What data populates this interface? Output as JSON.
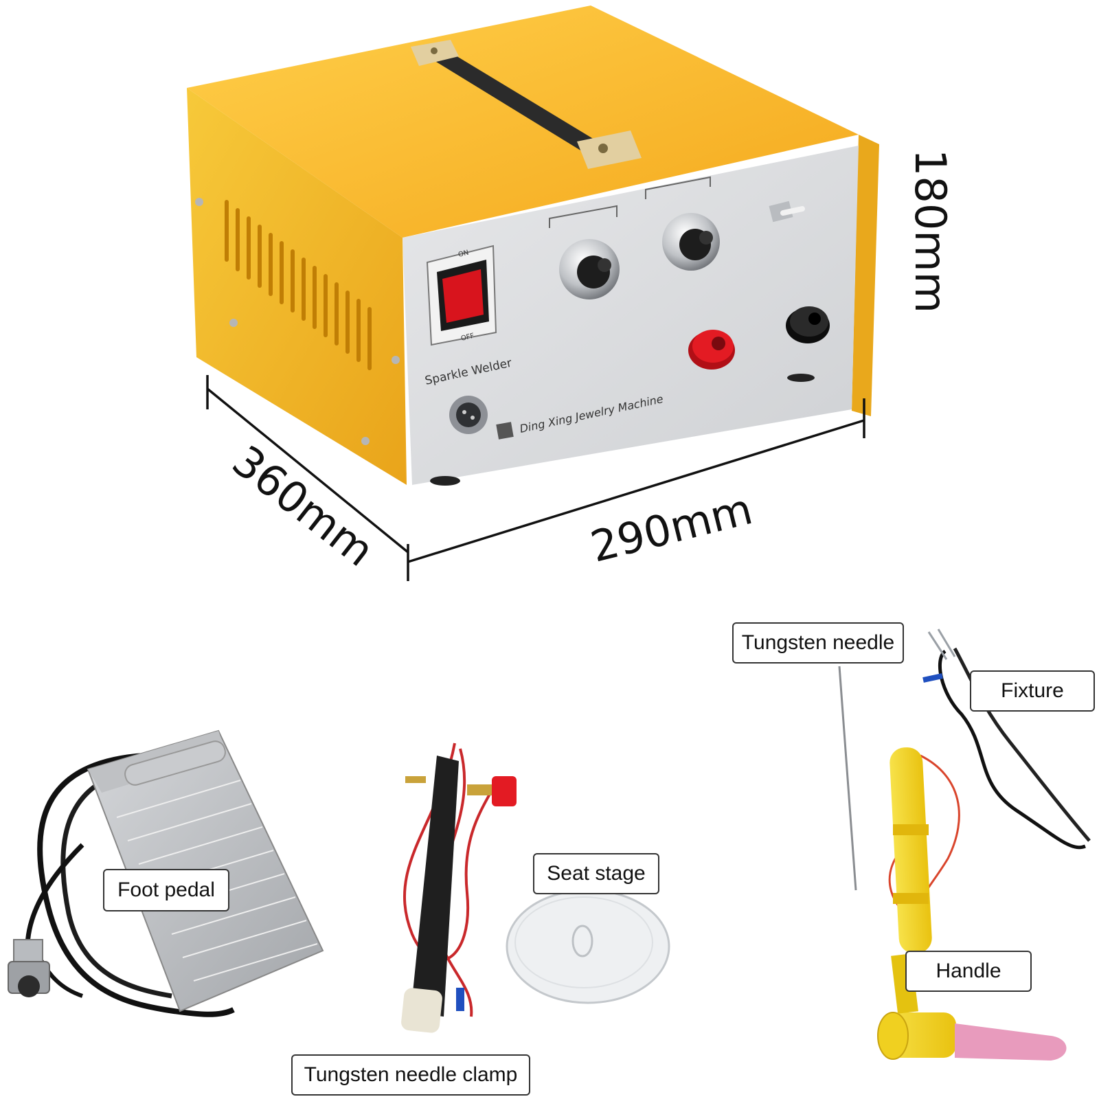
{
  "machine": {
    "panel_title": "Sparkle Welder",
    "brand": "Ding Xing Jewelry Machine",
    "switch_on": "ON",
    "switch_off": "OFF"
  },
  "dimensions": {
    "height": "180mm",
    "depth": "360mm",
    "width": "290mm"
  },
  "accessories": {
    "foot_pedal": "Foot pedal",
    "needle_clamp": "Tungsten needle clamp",
    "seat_stage": "Seat stage",
    "needle": "Tungsten needle",
    "fixture": "Fixture",
    "handle": "Handle"
  },
  "colors": {
    "case_yellow": "#f2b51f",
    "panel_gray": "#d9dadc",
    "rocker_red": "#d8141d",
    "terminal_red": "#e31b23",
    "handle_yellow": "#f5d512",
    "tip_pink": "#e89bbd"
  }
}
